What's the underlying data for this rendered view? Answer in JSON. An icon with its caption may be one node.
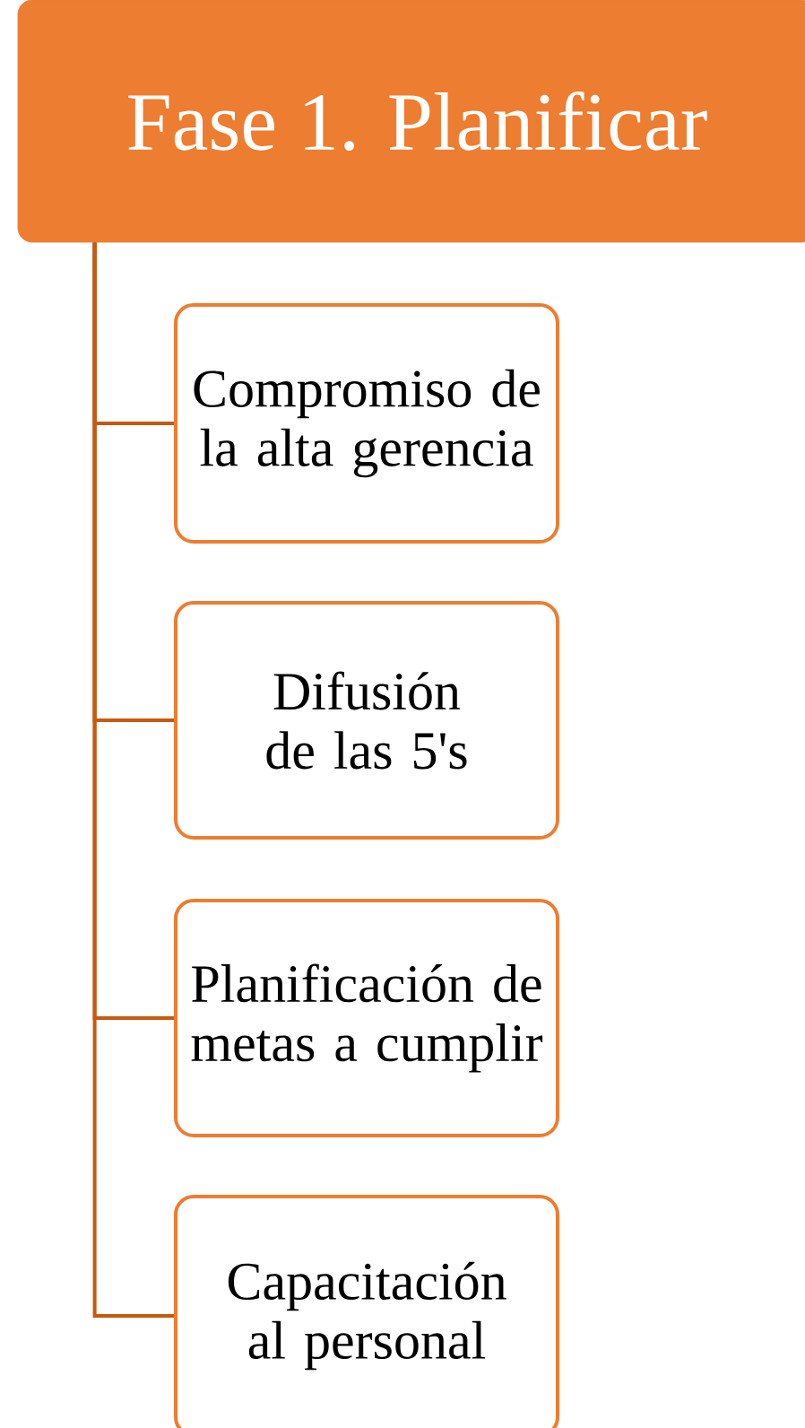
{
  "diagram": {
    "nodes": [
      {
        "text": [
          "Fase 1. Planificar"
        ]
      },
      {
        "text": [
          "Compromiso de la alta gerencia"
        ]
      },
      {
        "text": [
          "Difusión de las 5's"
        ]
      },
      {
        "text": [
          "Planificación de metas a cumplir"
        ]
      },
      {
        "text": [
          "Capacitación al personal"
        ]
      }
    ],
    "edges": [
      {
        "from": 0,
        "to": 1,
        "arrow": "none"
      },
      {
        "from": 0,
        "to": 2,
        "arrow": "none"
      },
      {
        "from": 0,
        "to": 3,
        "arrow": "none"
      },
      {
        "from": 0,
        "to": 4,
        "arrow": "none"
      }
    ]
  }
}
